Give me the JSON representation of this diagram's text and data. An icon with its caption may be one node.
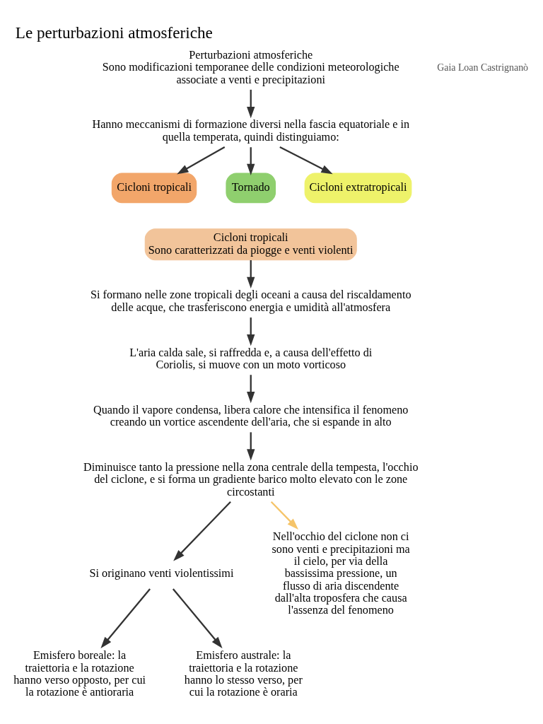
{
  "diagram": {
    "title": "Le perturbazioni atmosferiche",
    "nodes": [
      {
        "text": [
          "Perturbazioni atmosferiche",
          "Sono modificazioni temporanee delle condizioni meteorologiche associate a venti e precipitazioni"
        ]
      },
      {
        "text": [
          "Hanno meccanismi di formazione diversi nella fascia equatoriale e in quella temperata, quindi distinguiamo:"
        ]
      },
      {
        "text": [
          "Cicloni tropicali"
        ]
      },
      {
        "text": [
          "Tornado"
        ]
      },
      {
        "text": [
          "Cicloni extratropicali"
        ]
      },
      {
        "text": [
          "Cicloni tropicali",
          "Sono caratterizzati da piogge e venti violenti"
        ]
      },
      {
        "text": [
          "Si formano nelle zone tropicali degli oceani a causa del riscaldamento delle acque, che trasferiscono energia e umidità all'atmosfera"
        ]
      },
      {
        "text": [
          "L'aria calda sale, si raffredda e, a causa dell'effetto di Coriolis, si muove con un moto vorticoso"
        ]
      },
      {
        "text": [
          "Quando il vapore condensa, libera calore che intensifica il fenomeno creando un vortice ascendente dell'aria, che si espande in alto"
        ]
      },
      {
        "text": [
          "Diminuisce tanto la pressione nella zona centrale della tempesta, l'occhio del ciclone, e si forma un gradiente barico molto elevato con le zone circostanti"
        ]
      },
      {
        "text": [
          "Si originano venti violentissimi"
        ]
      },
      {
        "text": [
          "Nell'occhio del ciclone non ci sono venti e precipitazioni ma il cielo, per via della bassissima pressione, un flusso di aria discendente dall'alta troposfera che causa l'assenza del fenomeno"
        ]
      },
      {
        "text": [
          "Emisfero boreale: la traiettoria e la rotazione hanno verso opposto, per cui la rotazione è antioraria"
        ]
      },
      {
        "text": [
          "Emisfero australe: la traiettoria e la rotazione hanno lo stesso verso, per cui la rotazione è oraria"
        ]
      }
    ],
    "edges": [
      {
        "from": 0,
        "to": 1,
        "arrow": "to"
      },
      {
        "from": 1,
        "to": 2,
        "arrow": "to"
      },
      {
        "from": 1,
        "to": 3,
        "arrow": "to"
      },
      {
        "from": 1,
        "to": 4,
        "arrow": "to"
      },
      {
        "from": 5,
        "to": 6,
        "arrow": "to"
      },
      {
        "from": 6,
        "to": 7,
        "arrow": "to"
      },
      {
        "from": 7,
        "to": 8,
        "arrow": "to"
      },
      {
        "from": 8,
        "to": 9,
        "arrow": "to"
      },
      {
        "from": 9,
        "to": 10,
        "arrow": "to"
      },
      {
        "from": 9,
        "to": 11,
        "arrow": "to",
        "color": "#f5c469"
      },
      {
        "from": 10,
        "to": 12,
        "arrow": "to"
      },
      {
        "from": 10,
        "to": 13,
        "arrow": "to"
      }
    ],
    "labels": [
      "Gaia Loan Castrignanò"
    ]
  }
}
